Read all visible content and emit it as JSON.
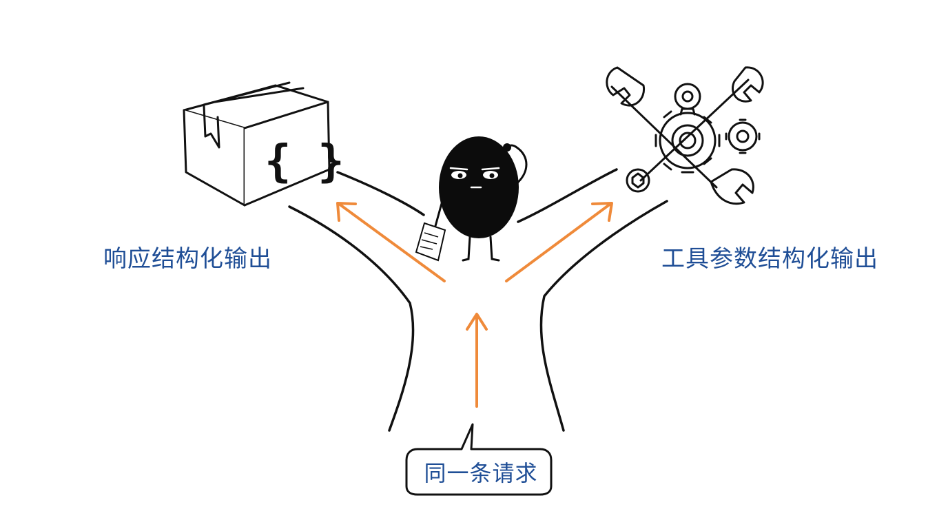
{
  "labels": {
    "left_branch": "响应结构化输出",
    "right_branch": "工具参数结构化输出",
    "bottom_bubble": "同一条请求"
  },
  "icons": {
    "left": "json-box-icon",
    "right": "gears-wrenches-icon",
    "center": "confused-character-icon"
  },
  "colors": {
    "text": "#1f4e96",
    "arrow": "#ef8a3a",
    "ink": "#111111"
  }
}
